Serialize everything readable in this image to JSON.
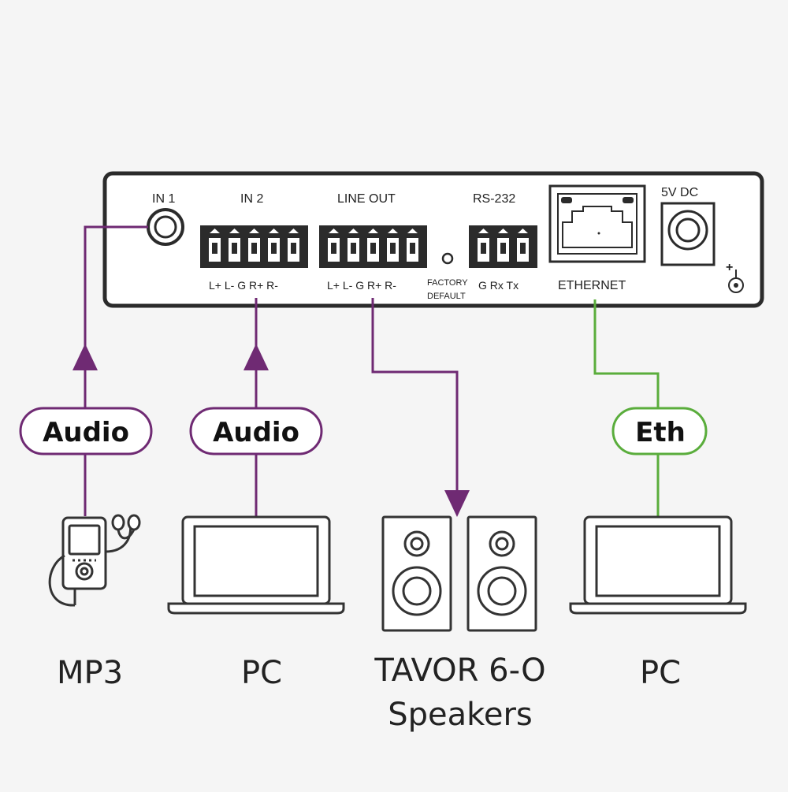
{
  "panel": {
    "in1": "IN 1",
    "in2": "IN 2",
    "in2_pins": "L+ L- G R+ R-",
    "line_out": "LINE OUT",
    "line_out_pins": "L+ L- G R+ R-",
    "factory_default_line1": "FACTORY",
    "factory_default_line2": "DEFAULT",
    "rs232": "RS-232",
    "rs232_pins": "G Rx Tx",
    "ethernet": "ETHERNET",
    "power": "5V DC",
    "polarity_mark": "+"
  },
  "pills": {
    "audio_mp3": "Audio",
    "audio_pc": "Audio",
    "eth": "Eth"
  },
  "devices": {
    "mp3": "MP3",
    "pc_audio": "PC",
    "speakers_line1": "TAVOR 6-O",
    "speakers_line2": "Speakers",
    "pc_eth": "PC"
  },
  "colors": {
    "audio": "#6f2a73",
    "ethernet": "#5aad3c",
    "outline": "#333333"
  }
}
